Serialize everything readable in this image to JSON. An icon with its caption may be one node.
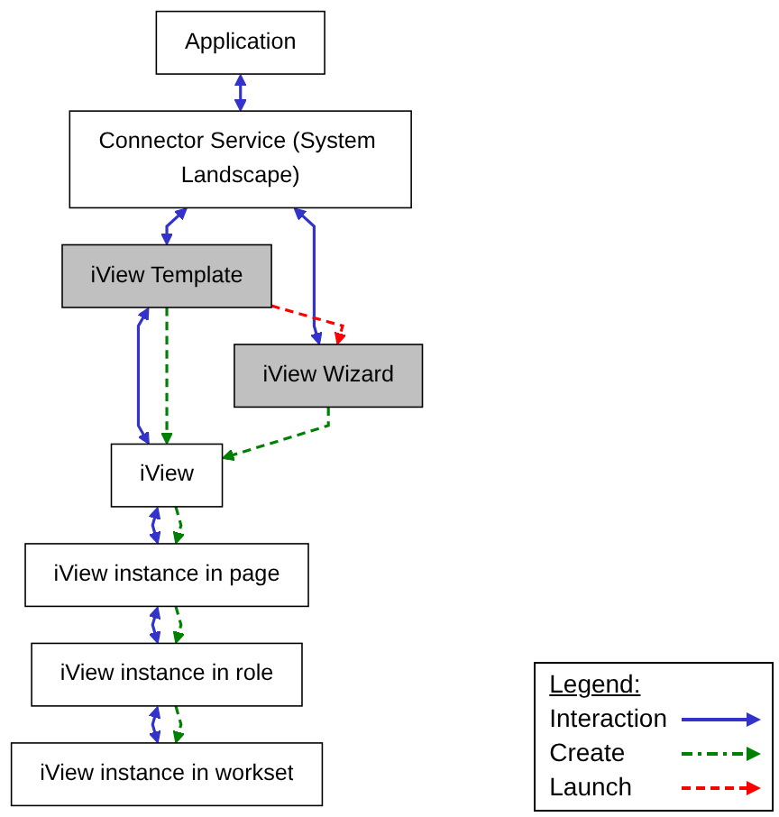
{
  "diagram": {
    "nodes": [
      {
        "text": [
          "Application"
        ]
      },
      {
        "text": [
          "Connector Service (System Landscape)"
        ]
      },
      {
        "text": [
          "iView Template"
        ]
      },
      {
        "text": [
          "iView Wizard"
        ]
      },
      {
        "text": [
          "iView"
        ]
      },
      {
        "text": [
          "iView instance in page"
        ]
      },
      {
        "text": [
          "iView instance in role"
        ]
      },
      {
        "text": [
          "iView instance in workset"
        ]
      }
    ],
    "edges": [
      {
        "from": 0,
        "to": 1,
        "arrow": "both"
      },
      {
        "from": 1,
        "to": 2,
        "arrow": "both"
      },
      {
        "from": 1,
        "to": 3,
        "arrow": "both"
      },
      {
        "from": 2,
        "to": 3,
        "arrow": "to",
        "style": "dashed",
        "color": "#ff0000"
      },
      {
        "from": 2,
        "to": 4,
        "arrow": "both"
      },
      {
        "from": 2,
        "to": 4,
        "arrow": "to",
        "style": "dashed",
        "color": "#008000"
      },
      {
        "from": 3,
        "to": 4,
        "arrow": "to",
        "style": "dashed",
        "color": "#008000"
      },
      {
        "from": 4,
        "to": 5,
        "arrow": "both"
      },
      {
        "from": 4,
        "to": 5,
        "arrow": "to",
        "style": "dashed",
        "color": "#008000"
      },
      {
        "from": 5,
        "to": 6,
        "arrow": "both"
      },
      {
        "from": 5,
        "to": 6,
        "arrow": "to",
        "style": "dashed",
        "color": "#008000"
      },
      {
        "from": 6,
        "to": 7,
        "arrow": "both"
      },
      {
        "from": 6,
        "to": 7,
        "arrow": "to",
        "style": "dashed",
        "color": "#008000"
      }
    ],
    "labels": [
      "Legend:"
    ],
    "legend": [
      {
        "text": "Interaction"
      },
      {
        "text": "Create"
      },
      {
        "text": "Launch"
      }
    ]
  }
}
